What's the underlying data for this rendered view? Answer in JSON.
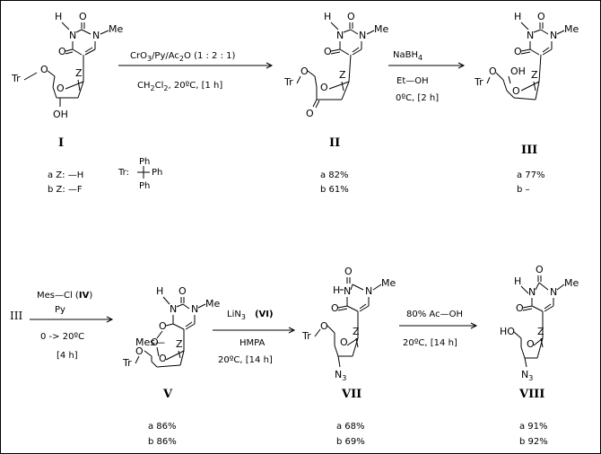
{
  "compounds": {
    "I": {
      "label": "I",
      "a": "a  Z: —H",
      "b": "b  Z: —F"
    },
    "II": {
      "label": "II",
      "a": "a  82%",
      "b": "b  61%"
    },
    "III": {
      "label": "III",
      "a": "a  77%",
      "b": "b  –"
    },
    "V": {
      "label": "V",
      "a": "a  86%",
      "b": "b  86%"
    },
    "VII": {
      "label": "VII",
      "a": "a  68%",
      "b": "b  69%"
    },
    "VIII": {
      "label": "VIII",
      "a": "a  91%",
      "b": "b  92%"
    }
  },
  "atoms": {
    "H": "H",
    "N": "N",
    "O": "O",
    "Me": "Me",
    "Z": "Z",
    "Tr_O": "Tr",
    "OH": "OH",
    "HO": "HO",
    "Mes_O": "Mes",
    "N3": "N",
    "N3_sub": "3"
  },
  "trityl": {
    "prefix": "Tr:",
    "Ph": "Ph"
  },
  "steps": {
    "s1": {
      "reagents": "CrO",
      "r_sub1": "3",
      "r_rest": "/Py/Ac",
      "r_sub2": "2",
      "r_rest2": "O  (1 : 2 : 1)",
      "solvent": "CH",
      "s_sub1": "2",
      "s_mid": "Cl",
      "s_sub2": "2",
      "conditions": ",  20ºC,   [1 h]"
    },
    "s2": {
      "reagent": "NaBH",
      "r_sub": "4",
      "solvent": "Et—OH",
      "conditions": "0ºC,   [2 h]"
    },
    "s3": {
      "start": "III",
      "reagent": "Mes—Cl (",
      "reagent_num": "IV",
      "reagent_close": ")",
      "base": "Py",
      "temp": "0  -> 20ºC",
      "time": "[4 h]"
    },
    "s4": {
      "reagent": "LiN",
      "r_sub": "3",
      "reagent_num": "(VI)",
      "solvent": "HMPA",
      "conditions": "20ºC,  [14 h]"
    },
    "s5": {
      "reagent": "80% Ac—OH",
      "conditions": "20ºC,     [14 h]"
    }
  }
}
